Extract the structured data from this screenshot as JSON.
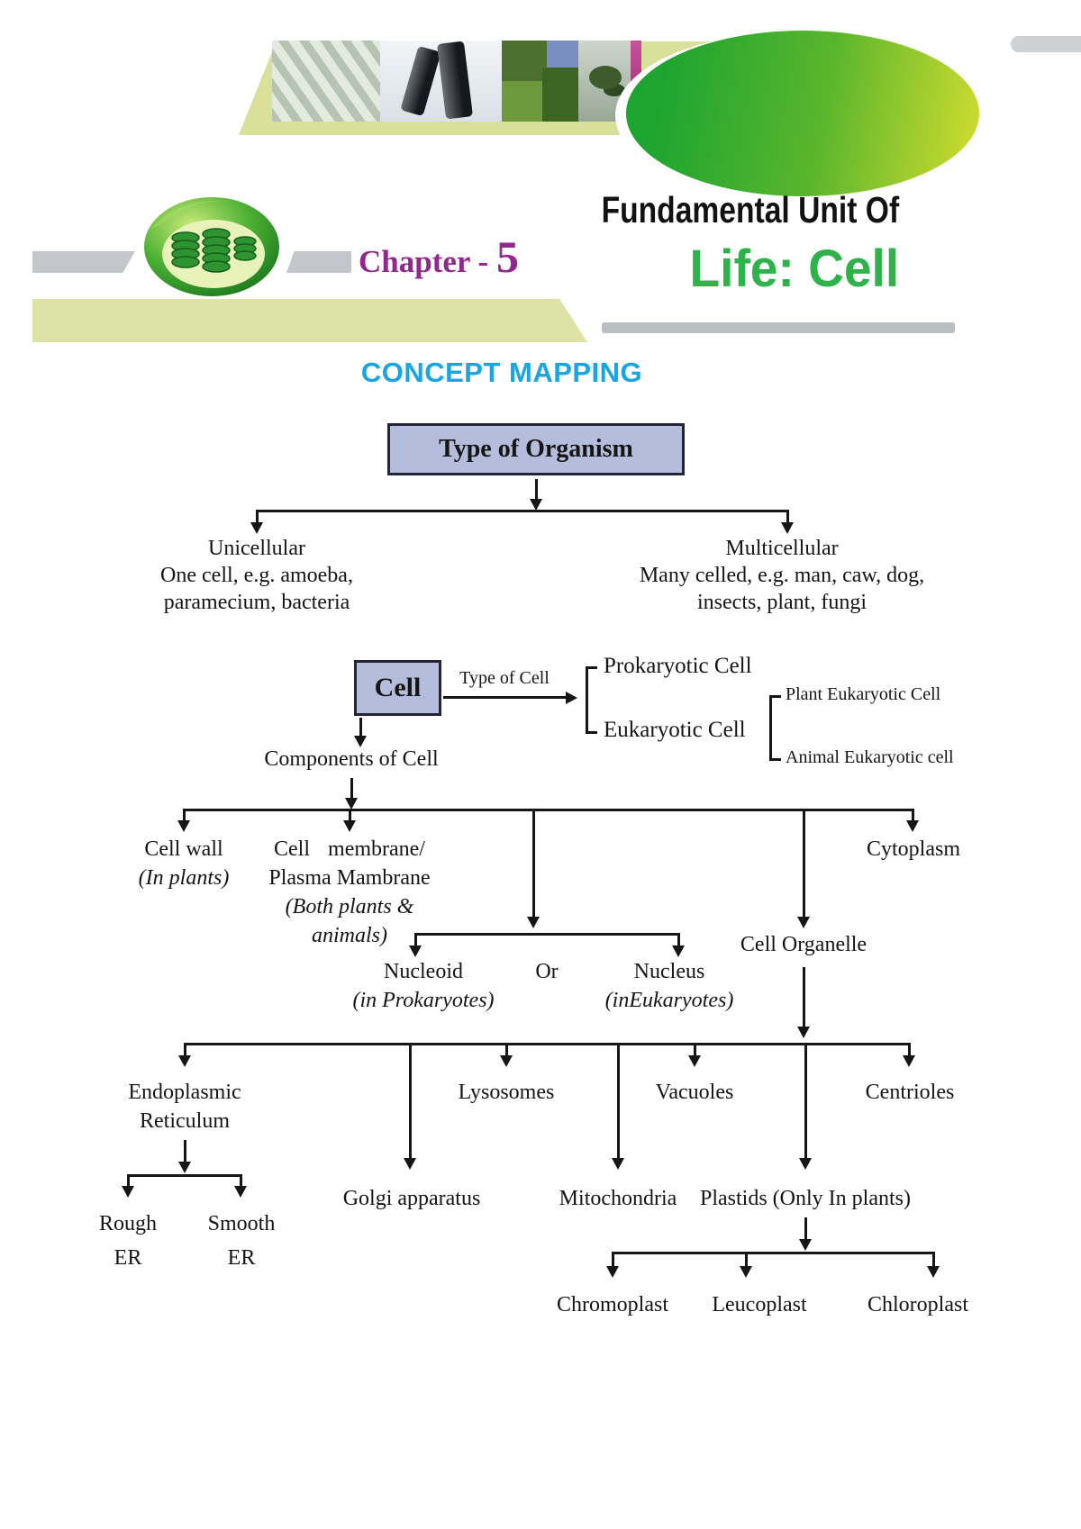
{
  "banner": {
    "photos": [
      "dna-photo",
      "microscope-photo",
      "plants-photo",
      "bonsai-photo",
      "flower-photo"
    ]
  },
  "chapter": {
    "label": "Chapter - ",
    "number": "5"
  },
  "title": {
    "line1": "Fundamental Unit Of",
    "line2": "Life: Cell"
  },
  "section_title": "CONCEPT MAPPING",
  "map": {
    "type_of_organism": "Type of Organism",
    "unicellular": {
      "title": "Unicellular",
      "line1": "One cell, e.g. amoeba,",
      "line2": "paramecium, bacteria"
    },
    "multicellular": {
      "title": "Multicellular",
      "line1": "Many celled, e.g. man, caw, dog,",
      "line2": "insects, plant, fungi"
    },
    "cell": "Cell",
    "type_of_cell_label": "Type of Cell",
    "prokaryotic": "Prokaryotic Cell",
    "eukaryotic": "Eukaryotic Cell",
    "plant_eukaryotic": "Plant Eukaryotic Cell",
    "animal_eukaryotic": "Animal Eukaryotic cell",
    "components": "Components of Cell",
    "cell_wall": {
      "title": "Cell wall",
      "note": "(In plants)"
    },
    "cell_membrane": {
      "line1": "Cell membrane/",
      "line2": "Plasma Mambrane",
      "note1": "(Both plants &",
      "note2": "animals)"
    },
    "cytoplasm": "Cytoplasm",
    "nucleoid": {
      "title": "Nucleoid",
      "note": "(in Prokaryotes)"
    },
    "or": "Or",
    "nucleus": {
      "title": "Nucleus",
      "note": "(inEukaryotes)"
    },
    "cell_organelle": "Cell Organelle",
    "organelles": {
      "er_line1": "Endoplasmic",
      "er_line2": "Reticulum",
      "golgi": "Golgi apparatus",
      "lysosomes": "Lysosomes",
      "vacuoles": "Vacuoles",
      "mitochondria": "Mitochondria",
      "plastids": "Plastids (Only In plants)",
      "centrioles": "Centrioles"
    },
    "rough_er": {
      "line1": "Rough",
      "line2": "ER"
    },
    "smooth_er": {
      "line1": "Smooth",
      "line2": "ER"
    },
    "plastid_types": {
      "chromoplast": "Chromoplast",
      "leucoplast": "Leucoplast",
      "chloroplast": "Chloroplast"
    }
  },
  "colors": {
    "accent_purple": "#92278f",
    "accent_green": "#2db34a",
    "accent_cyan": "#19a5e3",
    "box_fill": "#b5bddc",
    "olive": "#dde3a5",
    "gray_bar": "#c3c7cb",
    "line": "#161616"
  }
}
